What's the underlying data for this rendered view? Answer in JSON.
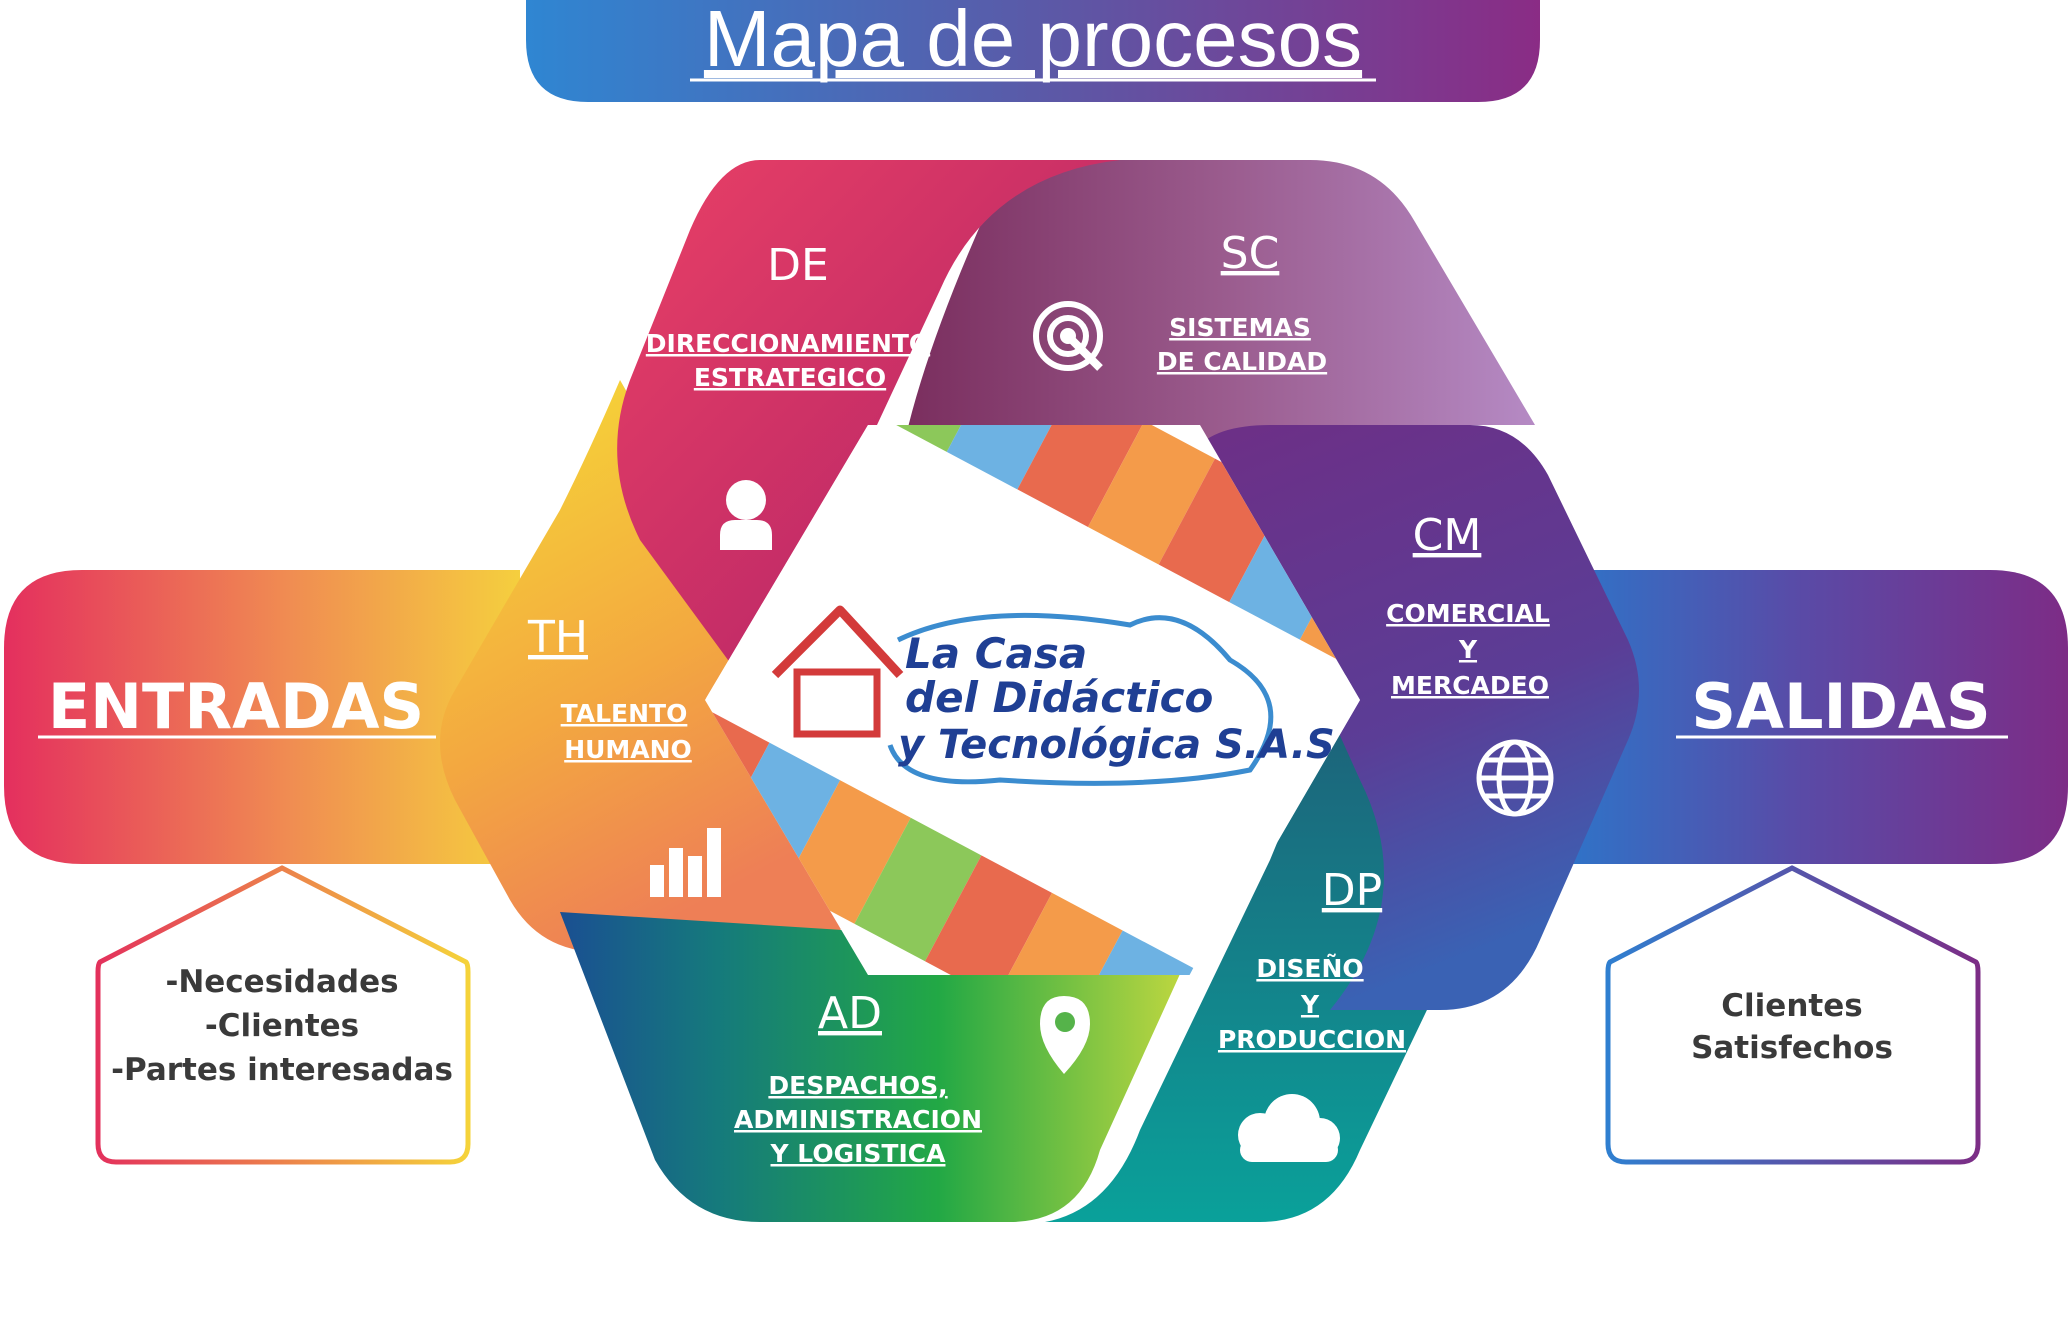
{
  "title": "Mapa de procesos",
  "entradas": {
    "label": "ENTRADAS",
    "items": [
      "-Necesidades",
      "-Clientes",
      "-Partes interesadas"
    ]
  },
  "salidas": {
    "label": "SALIDAS",
    "items": [
      "Clientes",
      "Satisfechos"
    ]
  },
  "processes": [
    {
      "code": "DE",
      "lines": [
        "DIRECCIONAMIENTO",
        "ESTRATEGICO"
      ],
      "icon": "user-icon"
    },
    {
      "code": "SC",
      "lines": [
        "SISTEMAS",
        "DE CALIDAD"
      ],
      "icon": "target-icon"
    },
    {
      "code": "CM",
      "lines": [
        "COMERCIAL",
        "Y",
        "MERCADEO"
      ],
      "icon": "globe-icon"
    },
    {
      "code": "DP",
      "lines": [
        "DISEÑO",
        "Y",
        "PRODUCCION"
      ],
      "icon": "cloud-icon"
    },
    {
      "code": "AD",
      "lines": [
        "DESPACHOS,",
        "ADMINISTRACION",
        "Y LOGISTICA"
      ],
      "icon": "location-pin-icon"
    },
    {
      "code": "TH",
      "lines": [
        "TALENTO",
        "HUMANO"
      ],
      "icon": "bar-chart-icon"
    }
  ],
  "logo": {
    "lines": [
      "La Casa",
      "del Didáctico",
      "y Tecnológica S.A.S"
    ]
  },
  "colors": {
    "title_grad": [
      "#2f84d0",
      "#8a2e86"
    ],
    "entradas_grad": [
      "#e3315c",
      "#f5c342"
    ],
    "salidas_grad": [
      "#2b72c8",
      "#7b2d86"
    ],
    "de": "#d6316a",
    "sc": "#9a5aa0",
    "cm": "#6e3a9c",
    "dp": "#1a7e83",
    "ad": "#2aa64a",
    "th": "#f2b63c"
  }
}
